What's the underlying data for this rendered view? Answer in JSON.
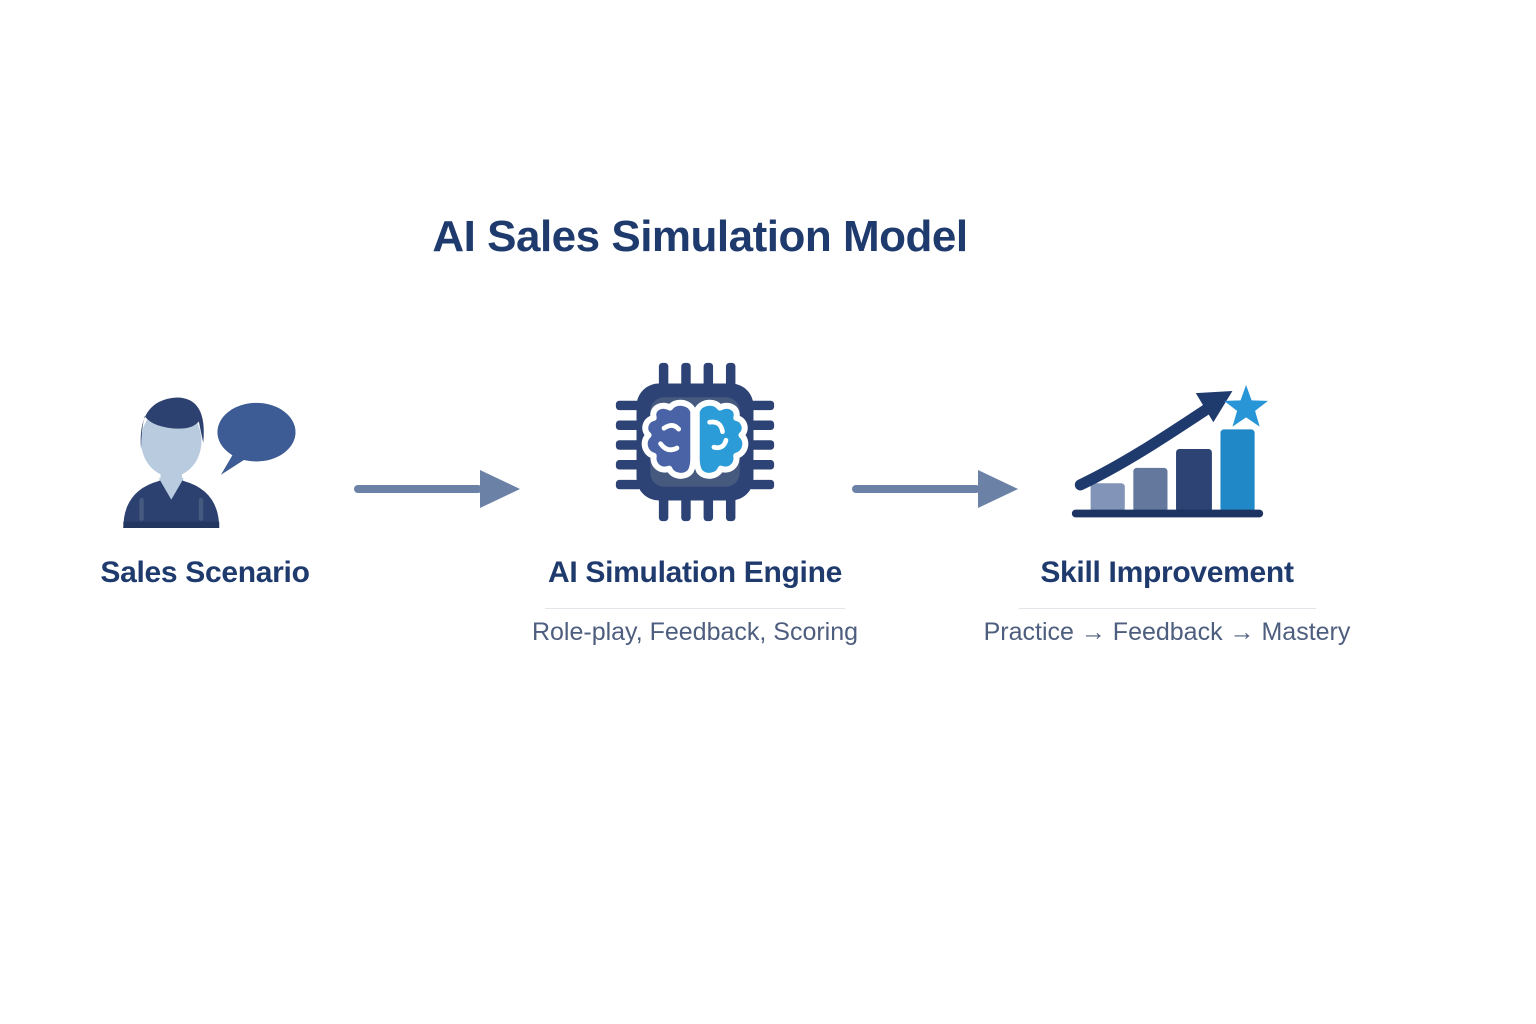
{
  "title": "AI Sales Simulation Model",
  "stages": [
    {
      "id": "sales-scenario",
      "label": "Sales Scenario",
      "icon": "person-speech-bubble-icon"
    },
    {
      "id": "ai-simulation-engine",
      "label": "AI Simulation Engine",
      "icon": "chip-brain-icon",
      "sublabel": "Role-play, Feedback, Scoring"
    },
    {
      "id": "skill-improvement",
      "label": "Skill Improvement",
      "icon": "growth-chart-star-icon",
      "sublabel": "Practice → Feedback → Mastery"
    }
  ],
  "connectors": [
    {
      "from": "sales-scenario",
      "to": "ai-simulation-engine",
      "style": "right-arrow"
    },
    {
      "from": "ai-simulation-engine",
      "to": "skill-improvement",
      "style": "right-arrow"
    }
  ],
  "colors": {
    "navy": "#1f3a6d",
    "slate_text": "#4e5e7e",
    "arrow_slate": "#6b81a6",
    "person_dark": "#2c4170",
    "person_face": "#b9cbdf",
    "speech_bubble": "#3d5b94",
    "chip_body": "#2e4375",
    "chip_inner": "#46597e",
    "brain_left": "#4a63a6",
    "brain_right": "#2b9cd8",
    "bar_1": "#8294b8",
    "bar_2": "#64789e",
    "bar_3": "#2d4373",
    "bar_4": "#2188c8",
    "chart_baseline": "#1d3463",
    "star_blue": "#2795d6",
    "divider_gray": "#e2e6ea",
    "background": "#ffffff"
  }
}
